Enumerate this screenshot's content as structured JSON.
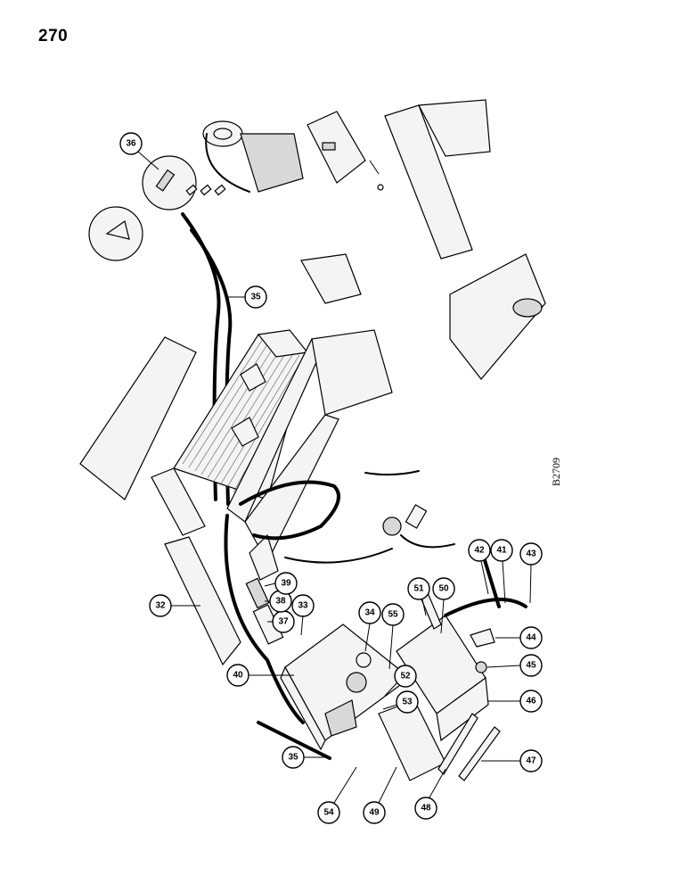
{
  "page_number": "270",
  "drawing_code": "B2709",
  "callouts": [
    "36",
    "35",
    "32",
    "33",
    "34",
    "37",
    "38",
    "39",
    "40",
    "35",
    "54",
    "49",
    "48",
    "47",
    "46",
    "45",
    "44",
    "43",
    "41",
    "42",
    "51",
    "50",
    "55",
    "52",
    "53"
  ]
}
